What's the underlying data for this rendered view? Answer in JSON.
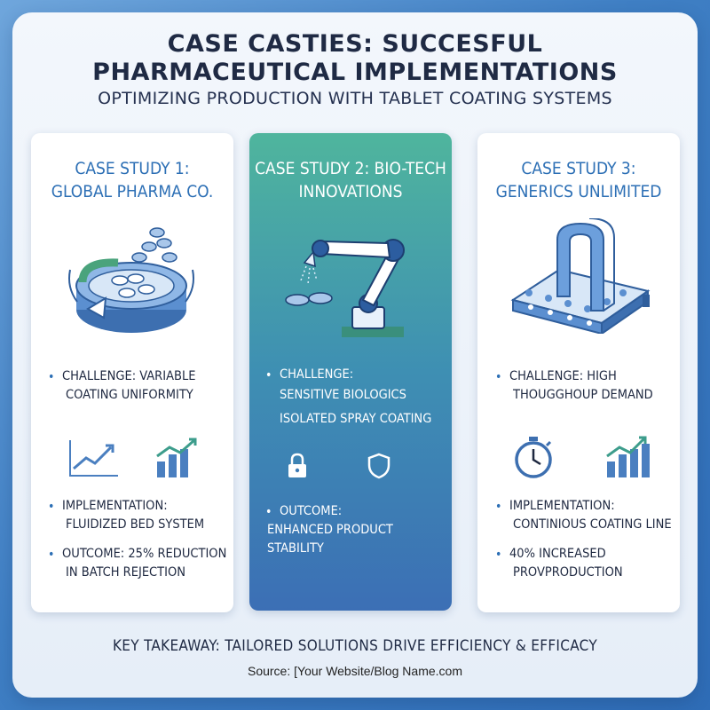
{
  "header": {
    "title_line1": "CASE CASTIES: SUCCESFUL",
    "title_line2": "PHARMACEUTICAL IMPLEMENTATIONS",
    "subtitle": "OPTIMIZING PRODUCTION WITH TABLET COATING SYSTEMS"
  },
  "cards": [
    {
      "title_line1": "CASE STUDY 1:",
      "title_line2": "GLOBAL PHARMA CO.",
      "challenge_line1": "CHALLENGE: VARIABLE",
      "challenge_line2": "COATING UNIFORMITY",
      "implementation_line1": "IMPLEMENTATION:",
      "implementation_line2": "FLUIDIZED BED SYSTEM",
      "outcome_line1": "OUTCOME: 25% REDUCTION",
      "outcome_line2": "IN BATCH REJECTION"
    },
    {
      "title_line1": "CASE STUDY 2: BIO-TECH",
      "title_line2": "INNOVATIONS",
      "challenge_line1": "CHALLENGE:",
      "challenge_line2": "SENSITIVE BIOLOGICS",
      "challenge_line3": "ISOLATED SPRAY COATING",
      "outcome_line1": "OUTCOME:",
      "outcome_line2": "ENHANCED PRODUCT STABILITY"
    },
    {
      "title_line1": "CASE STUDY 3:",
      "title_line2": "GENERICS UNLIMITED",
      "challenge_line1": "CHALLENGE: HIGH",
      "challenge_line2": "THOUGGHOUP DEMAND",
      "implementation_line1": "IMPLEMENTATION:",
      "implementation_line2": "CONTINIOUS COATING LINE",
      "outcome_line1": "40% INCREASED",
      "outcome_line2": "PROVPRODUCTION"
    }
  ],
  "footer": {
    "takeaway": "KEY TAKEAWAY: TAILORED SOLUTIONS DRIVE EFFICIENCY & EFFICACY",
    "source": "Source: [Your Website/Blog Name.com"
  },
  "colors": {
    "accent_blue": "#2c6fb5",
    "teal": "#4fb59d",
    "dark_text": "#1f2a44"
  },
  "icons": [
    "coating-drum-icon",
    "trend-line-icon",
    "bar-growth-icon",
    "robot-arm-icon",
    "lock-icon",
    "shield-icon",
    "conveyor-coater-icon",
    "stopwatch-icon"
  ]
}
